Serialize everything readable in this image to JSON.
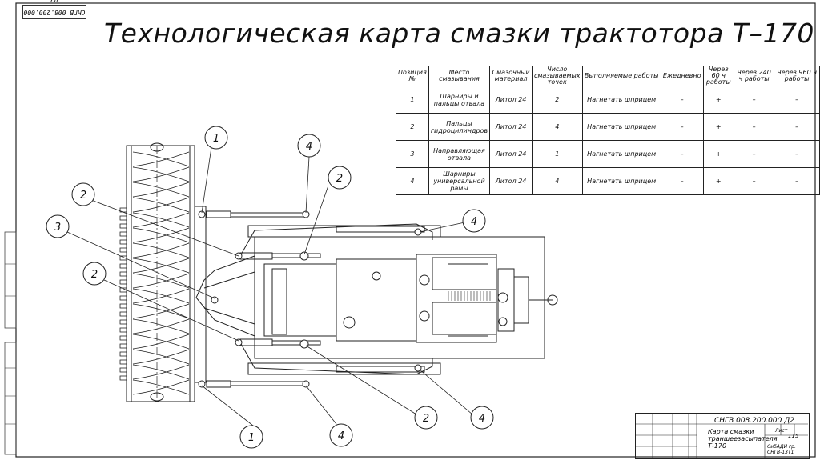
{
  "title": "Технологическая карта смазки трактотора Т–170",
  "stamp_top": "СНГВ 008.200.000 Д2",
  "table": {
    "headers": [
      "Позиция №",
      "Место смазывания",
      "Смазочный материал",
      "Число смазываемых точек",
      "Выполняемые работы",
      "Ежедневно",
      "Через 60 ч работы",
      "Через 240 ч работы",
      "Через 960 ч работы"
    ],
    "rows": [
      [
        "1",
        "Шарниры и пальцы отвала",
        "Литол 24",
        "2",
        "Нагнетать шприцем",
        "–",
        "+",
        "–",
        "–"
      ],
      [
        "2",
        "Пальцы гидроцилиндров",
        "Литол 24",
        "4",
        "Нагнетать шприцем",
        "–",
        "+",
        "–",
        "–"
      ],
      [
        "3",
        "Направляющая отвала",
        "Литол 24",
        "1",
        "Нагнетать шприцем",
        "–",
        "+",
        "–",
        "–"
      ],
      [
        "4",
        "Шарниры универсальной рамы",
        "Литол 24",
        "4",
        "Нагнетать шприцем",
        "–",
        "+",
        "–",
        "–"
      ]
    ]
  },
  "callouts": [
    "1",
    "2",
    "3",
    "2",
    "4",
    "2",
    "4",
    "1",
    "4",
    "2",
    "4"
  ],
  "title_block": {
    "code": "СНГВ 008.200.000 Д2",
    "name": "Карта смазки траншеезасыпателя Т-170",
    "sheet_label": "Лист",
    "sheet_total": "115",
    "org": "СибАДИ гр. СНГВ-13Т1"
  }
}
